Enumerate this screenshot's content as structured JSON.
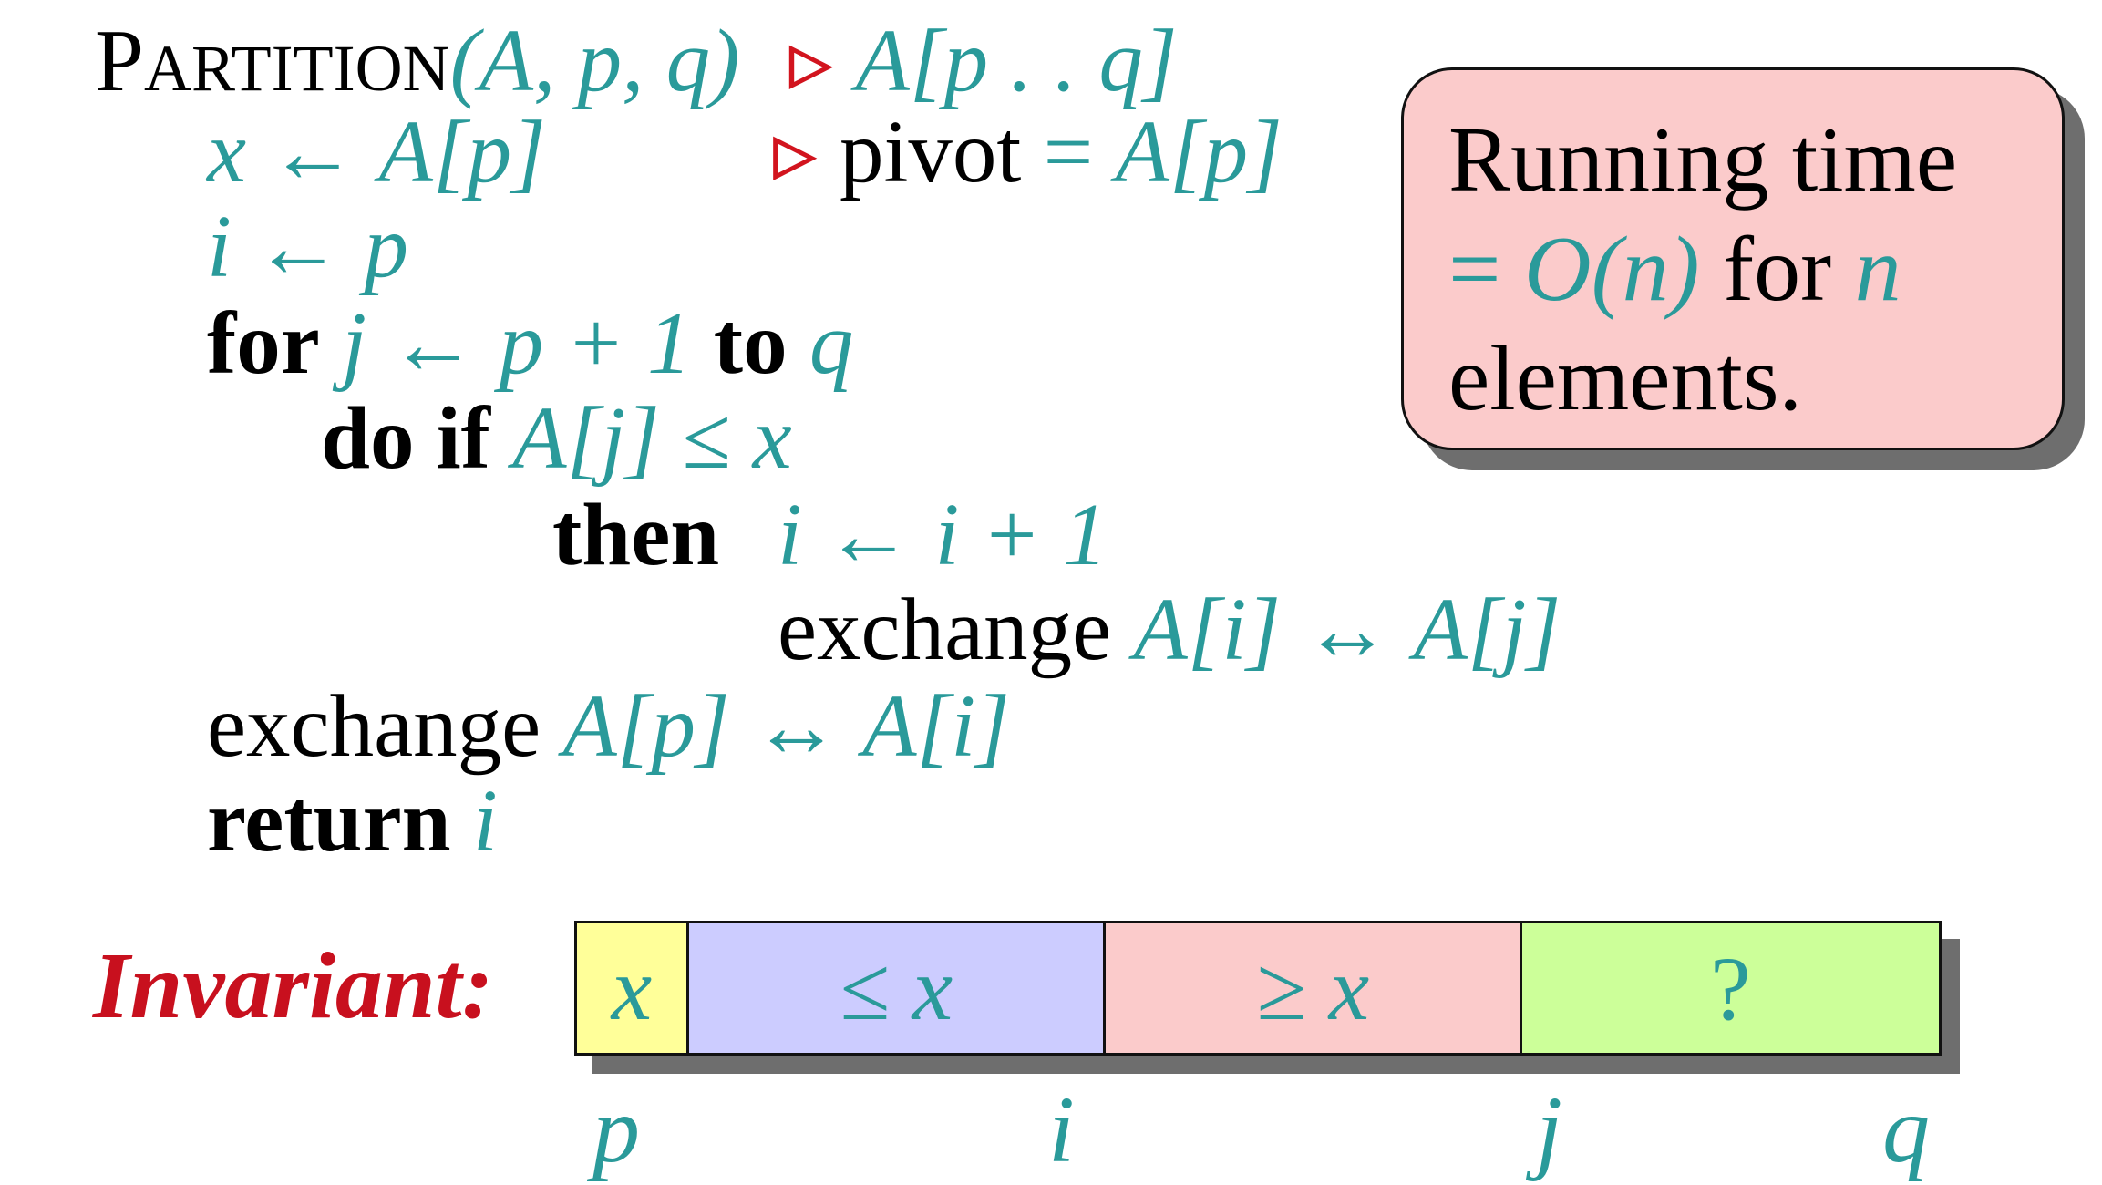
{
  "code": {
    "header": {
      "name_big": "P",
      "name_small": "ARTITION",
      "args": "(A, p, q)",
      "comment_marker": "▹",
      "comment": "A[p . . q]"
    },
    "line_x": {
      "lhs": "x",
      "arrow": "←",
      "rhs": "A[p]",
      "comment_marker": "▹",
      "comment_word": "pivot",
      "comment_eq": " = ",
      "comment_expr": "A[p]"
    },
    "line_i": {
      "lhs": "i",
      "arrow": "←",
      "rhs": "p"
    },
    "line_for": {
      "kw_for": "for",
      "var": "j",
      "arrow": "←",
      "expr": "p + 1",
      "kw_to": "to",
      "end": "q"
    },
    "line_if": {
      "kw_do_if": "do if",
      "cond": "A[j] ≤ x"
    },
    "line_then": {
      "kw_then": "then",
      "var": "i",
      "arrow": "←",
      "expr": "i + 1"
    },
    "line_exch1": {
      "word": "exchange",
      "lhs": "A[i]",
      "arrow": "↔",
      "rhs": "A[j]"
    },
    "line_exch2": {
      "word": "exchange",
      "lhs": "A[p]",
      "arrow": "↔",
      "rhs": "A[i]"
    },
    "line_return": {
      "kw_return": "return",
      "var": "i"
    }
  },
  "running_time": {
    "line1": "Running time",
    "line2_eq": "= ",
    "line2_expr": "O(n)",
    "line2_for": " for ",
    "line2_n": "n",
    "line3": "elements."
  },
  "invariant": {
    "label": "Invariant:",
    "cells": [
      "x",
      "≤ x",
      "≥ x",
      "?"
    ],
    "indices": [
      "p",
      "i",
      "j",
      "q"
    ]
  },
  "colors": {
    "math": "#2a9a9a",
    "marker": "#d2141e",
    "invariant_label": "#c8101e",
    "box_fill": "#fbcbcb",
    "cell_x": "#ffff99",
    "cell_le": "#ccccff",
    "cell_ge": "#fbcbcb",
    "cell_unknown": "#ccff99"
  }
}
